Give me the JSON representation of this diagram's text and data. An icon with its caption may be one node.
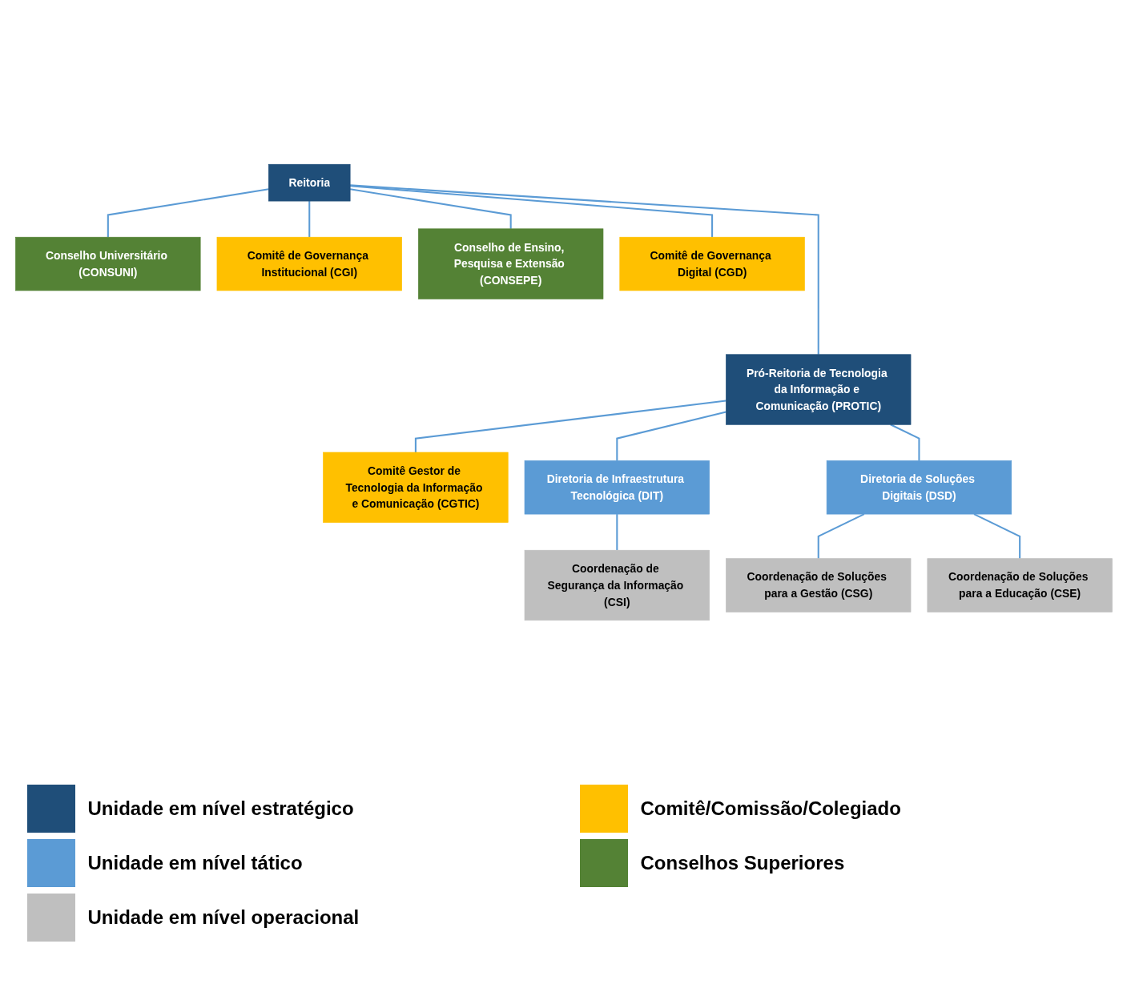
{
  "diagram": {
    "nodes": [
      {
        "text": [
          "Reitoria"
        ]
      },
      {
        "text": [
          "Conselho Universitário (CONSUNI)"
        ]
      },
      {
        "text": [
          "Comitê de Governança Institucional (CGI)"
        ]
      },
      {
        "text": [
          "Conselho de Ensino, Pesquisa e Extensão (CONSEPE)"
        ]
      },
      {
        "text": [
          "Comitê de Governança Digital (CGD)"
        ]
      },
      {
        "text": [
          "Pró-Reitoria de Tecnologia da Informação e Comunicação (PROTIC)"
        ]
      },
      {
        "text": [
          "Comitê Gestor de Tecnologia da Informação e Comunicação (CGTIC)"
        ]
      },
      {
        "text": [
          "Diretoria de Infraestrutura Tecnológica (DIT)"
        ]
      },
      {
        "text": [
          "Diretoria de Soluções Digitais (DSD)"
        ]
      },
      {
        "text": [
          "Coordenação de Segurança da Informação (CSI)"
        ]
      },
      {
        "text": [
          "Coordenação de Soluções para a Gestão (CSG)"
        ]
      },
      {
        "text": [
          "Coordenação de Soluções para a Educação (CSE)"
        ]
      }
    ],
    "edges": [
      {
        "from": 0,
        "to": 1,
        "arrow": "none"
      },
      {
        "from": 0,
        "to": 2,
        "arrow": "none"
      },
      {
        "from": 0,
        "to": 3,
        "arrow": "none"
      },
      {
        "from": 0,
        "to": 4,
        "arrow": "none"
      },
      {
        "from": 0,
        "to": 5,
        "arrow": "none"
      },
      {
        "from": 5,
        "to": 6,
        "arrow": "none"
      },
      {
        "from": 5,
        "to": 7,
        "arrow": "none"
      },
      {
        "from": 5,
        "to": 8,
        "arrow": "none"
      },
      {
        "from": 7,
        "to": 9,
        "arrow": "none"
      },
      {
        "from": 8,
        "to": 10,
        "arrow": "none"
      },
      {
        "from": 8,
        "to": 11,
        "arrow": "none"
      }
    ],
    "legend": [
      {
        "text": "Unidade em nível estratégico",
        "color": "#1f4e79"
      },
      {
        "text": "Unidade em nível tático",
        "color": "#5b9bd5"
      },
      {
        "text": "Unidade em nível operacional",
        "color": "#bfbfbf"
      },
      {
        "text": "Comitê/Comissão/Colegiado",
        "color": "#ffc000"
      },
      {
        "text": "Conselhos Superiores",
        "color": "#548235"
      }
    ]
  }
}
